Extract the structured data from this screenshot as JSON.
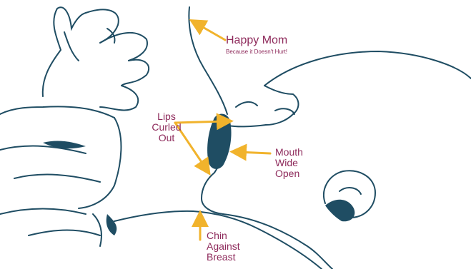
{
  "colors": {
    "line_art": "#1f4d63",
    "arrow": "#f1b32c",
    "label_text": "#8e2a5b",
    "background": "#ffffff"
  },
  "labels": {
    "happy_mom": {
      "title": "Happy Mom",
      "subtitle": "Because it Doesn't Hurt!"
    },
    "lips_curled_out": {
      "lines": [
        "Lips",
        "Curled",
        "Out"
      ]
    },
    "mouth_wide_open": {
      "lines": [
        "Mouth",
        "Wide",
        "Open"
      ]
    },
    "chin_against_breast": {
      "lines": [
        "Chin",
        "Against",
        "Breast"
      ]
    }
  }
}
